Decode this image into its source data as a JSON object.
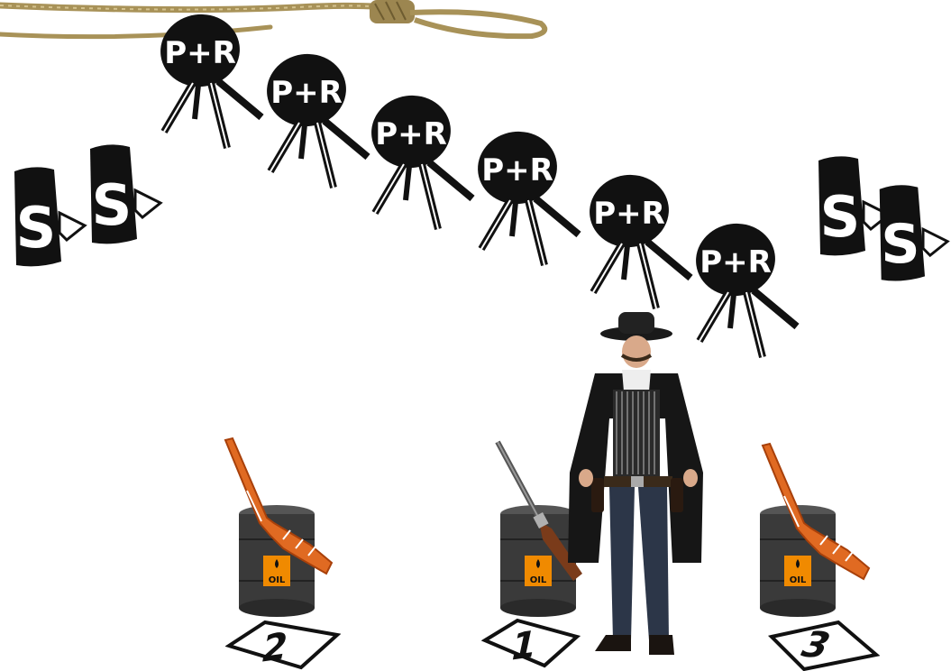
{
  "stage": {
    "rope": {
      "icon": "rope-noose-icon"
    },
    "ss_targets": [
      {
        "id": "ss-1",
        "label": "S",
        "icon": "steel-silhouette-target-icon"
      },
      {
        "id": "ss-2",
        "label": "S",
        "icon": "steel-silhouette-target-icon"
      },
      {
        "id": "ss-3",
        "label": "S",
        "icon": "steel-silhouette-target-icon"
      },
      {
        "id": "ss-4",
        "label": "S",
        "icon": "steel-silhouette-target-icon"
      }
    ],
    "pr_targets": [
      {
        "id": "pr-1",
        "label": "P+R",
        "icon": "pistol-rifle-target-icon"
      },
      {
        "id": "pr-2",
        "label": "P+R",
        "icon": "pistol-rifle-target-icon"
      },
      {
        "id": "pr-3",
        "label": "P+R",
        "icon": "pistol-rifle-target-icon"
      },
      {
        "id": "pr-4",
        "label": "P+R",
        "icon": "pistol-rifle-target-icon"
      },
      {
        "id": "pr-5",
        "label": "P+R",
        "icon": "pistol-rifle-target-icon"
      },
      {
        "id": "pr-6",
        "label": "P+R",
        "icon": "pistol-rifle-target-icon"
      }
    ],
    "positions": [
      {
        "number": "2",
        "barrel_label": "OIL",
        "rifle": "orange-rifle-outline-icon"
      },
      {
        "number": "1",
        "barrel_label": "OIL",
        "rifle": "rifle-icon"
      },
      {
        "number": "3",
        "barrel_label": "OIL",
        "rifle": "orange-rifle-outline-icon"
      }
    ],
    "shooter": {
      "icon": "cowboy-shooter-icon"
    },
    "colors": {
      "target_black": "#111111",
      "barrel_dark": "#3a3a3a",
      "oil_label": "#f08a00",
      "rifle_orange": "#d9631c",
      "rope": "#b5a06a"
    }
  }
}
